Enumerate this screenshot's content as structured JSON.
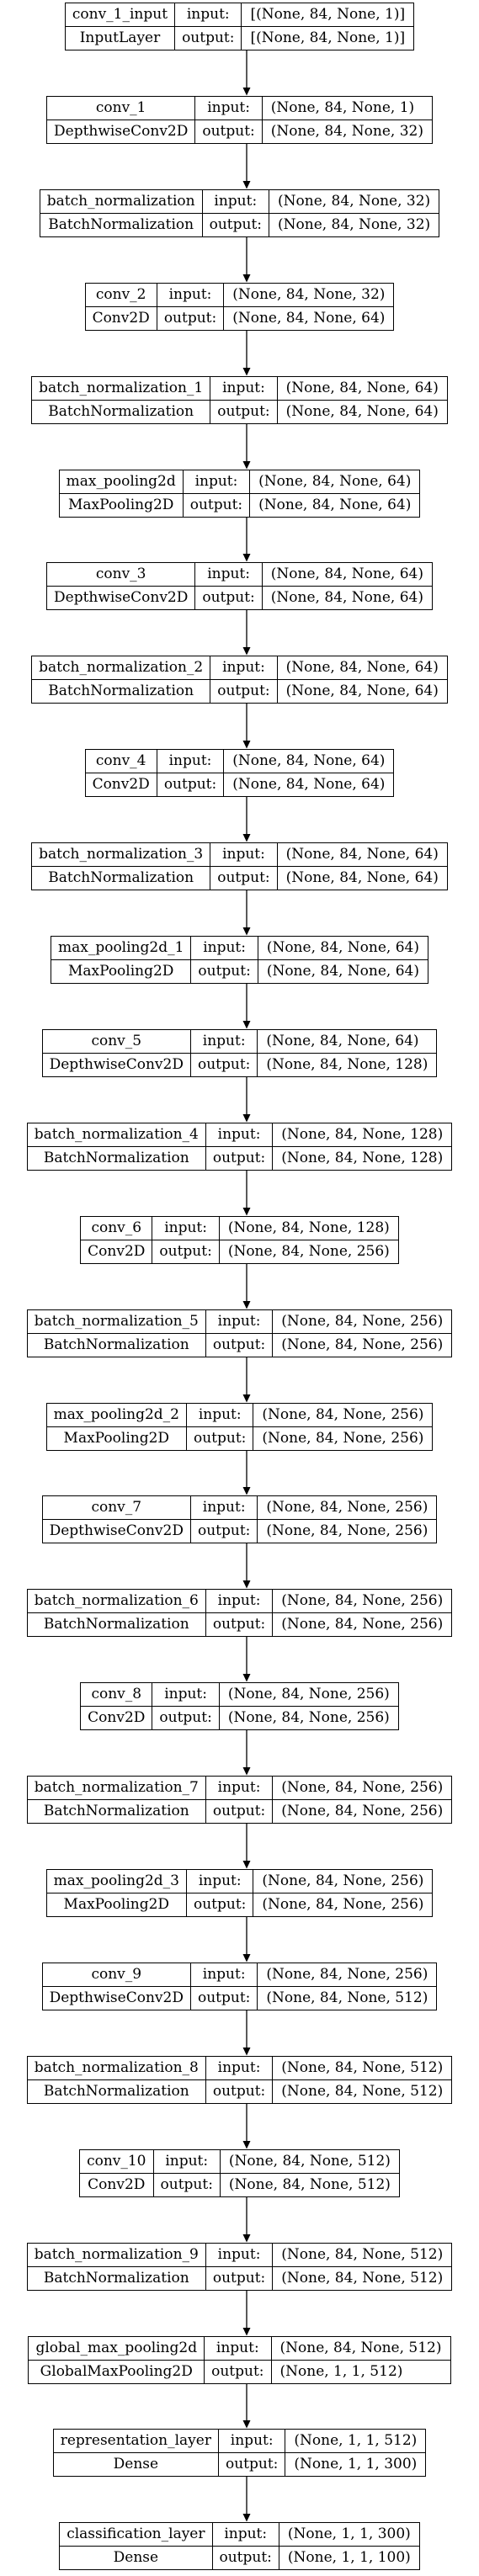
{
  "layers": [
    {
      "name": "conv_1_input",
      "type": "InputLayer",
      "input_label": "input:",
      "output_label": "output:",
      "input_shape": "[(None, 84, None, 1)]",
      "output_shape": "[(None, 84, None, 1)]"
    },
    {
      "name": "conv_1",
      "type": "DepthwiseConv2D",
      "input_label": "input:",
      "output_label": "output:",
      "input_shape": "(None, 84, None, 1)",
      "output_shape": "(None, 84, None, 32)"
    },
    {
      "name": "batch_normalization",
      "type": "BatchNormalization",
      "input_label": "input:",
      "output_label": "output:",
      "input_shape": "(None, 84, None, 32)",
      "output_shape": "(None, 84, None, 32)"
    },
    {
      "name": "conv_2",
      "type": "Conv2D",
      "input_label": "input:",
      "output_label": "output:",
      "input_shape": "(None, 84, None, 32)",
      "output_shape": "(None, 84, None, 64)"
    },
    {
      "name": "batch_normalization_1",
      "type": "BatchNormalization",
      "input_label": "input:",
      "output_label": "output:",
      "input_shape": "(None, 84, None, 64)",
      "output_shape": "(None, 84, None, 64)"
    },
    {
      "name": "max_pooling2d",
      "type": "MaxPooling2D",
      "input_label": "input:",
      "output_label": "output:",
      "input_shape": "(None, 84, None, 64)",
      "output_shape": "(None, 84, None, 64)"
    },
    {
      "name": "conv_3",
      "type": "DepthwiseConv2D",
      "input_label": "input:",
      "output_label": "output:",
      "input_shape": "(None, 84, None, 64)",
      "output_shape": "(None, 84, None, 64)"
    },
    {
      "name": "batch_normalization_2",
      "type": "BatchNormalization",
      "input_label": "input:",
      "output_label": "output:",
      "input_shape": "(None, 84, None, 64)",
      "output_shape": "(None, 84, None, 64)"
    },
    {
      "name": "conv_4",
      "type": "Conv2D",
      "input_label": "input:",
      "output_label": "output:",
      "input_shape": "(None, 84, None, 64)",
      "output_shape": "(None, 84, None, 64)"
    },
    {
      "name": "batch_normalization_3",
      "type": "BatchNormalization",
      "input_label": "input:",
      "output_label": "output:",
      "input_shape": "(None, 84, None, 64)",
      "output_shape": "(None, 84, None, 64)"
    },
    {
      "name": "max_pooling2d_1",
      "type": "MaxPooling2D",
      "input_label": "input:",
      "output_label": "output:",
      "input_shape": "(None, 84, None, 64)",
      "output_shape": "(None, 84, None, 64)"
    },
    {
      "name": "conv_5",
      "type": "DepthwiseConv2D",
      "input_label": "input:",
      "output_label": "output:",
      "input_shape": "(None, 84, None, 64)",
      "output_shape": "(None, 84, None, 128)"
    },
    {
      "name": "batch_normalization_4",
      "type": "BatchNormalization",
      "input_label": "input:",
      "output_label": "output:",
      "input_shape": "(None, 84, None, 128)",
      "output_shape": "(None, 84, None, 128)"
    },
    {
      "name": "conv_6",
      "type": "Conv2D",
      "input_label": "input:",
      "output_label": "output:",
      "input_shape": "(None, 84, None, 128)",
      "output_shape": "(None, 84, None, 256)"
    },
    {
      "name": "batch_normalization_5",
      "type": "BatchNormalization",
      "input_label": "input:",
      "output_label": "output:",
      "input_shape": "(None, 84, None, 256)",
      "output_shape": "(None, 84, None, 256)"
    },
    {
      "name": "max_pooling2d_2",
      "type": "MaxPooling2D",
      "input_label": "input:",
      "output_label": "output:",
      "input_shape": "(None, 84, None, 256)",
      "output_shape": "(None, 84, None, 256)"
    },
    {
      "name": "conv_7",
      "type": "DepthwiseConv2D",
      "input_label": "input:",
      "output_label": "output:",
      "input_shape": "(None, 84, None, 256)",
      "output_shape": "(None, 84, None, 256)"
    },
    {
      "name": "batch_normalization_6",
      "type": "BatchNormalization",
      "input_label": "input:",
      "output_label": "output:",
      "input_shape": "(None, 84, None, 256)",
      "output_shape": "(None, 84, None, 256)"
    },
    {
      "name": "conv_8",
      "type": "Conv2D",
      "input_label": "input:",
      "output_label": "output:",
      "input_shape": "(None, 84, None, 256)",
      "output_shape": "(None, 84, None, 256)"
    },
    {
      "name": "batch_normalization_7",
      "type": "BatchNormalization",
      "input_label": "input:",
      "output_label": "output:",
      "input_shape": "(None, 84, None, 256)",
      "output_shape": "(None, 84, None, 256)"
    },
    {
      "name": "max_pooling2d_3",
      "type": "MaxPooling2D",
      "input_label": "input:",
      "output_label": "output:",
      "input_shape": "(None, 84, None, 256)",
      "output_shape": "(None, 84, None, 256)"
    },
    {
      "name": "conv_9",
      "type": "DepthwiseConv2D",
      "input_label": "input:",
      "output_label": "output:",
      "input_shape": "(None, 84, None, 256)",
      "output_shape": "(None, 84, None, 512)"
    },
    {
      "name": "batch_normalization_8",
      "type": "BatchNormalization",
      "input_label": "input:",
      "output_label": "output:",
      "input_shape": "(None, 84, None, 512)",
      "output_shape": "(None, 84, None, 512)"
    },
    {
      "name": "conv_10",
      "type": "Conv2D",
      "input_label": "input:",
      "output_label": "output:",
      "input_shape": "(None, 84, None, 512)",
      "output_shape": "(None, 84, None, 512)"
    },
    {
      "name": "batch_normalization_9",
      "type": "BatchNormalization",
      "input_label": "input:",
      "output_label": "output:",
      "input_shape": "(None, 84, None, 512)",
      "output_shape": "(None, 84, None, 512)"
    },
    {
      "name": "global_max_pooling2d",
      "type": "GlobalMaxPooling2D",
      "input_label": "input:",
      "output_label": "output:",
      "input_shape": "(None, 84, None, 512)",
      "output_shape": "(None, 1, 1, 512)"
    },
    {
      "name": "representation_layer",
      "type": "Dense",
      "input_label": "input:",
      "output_label": "output:",
      "input_shape": "(None, 1, 1, 512)",
      "output_shape": "(None, 1, 1, 300)"
    },
    {
      "name": "classification_layer",
      "type": "Dense",
      "input_label": "input:",
      "output_label": "output:",
      "input_shape": "(None, 1, 1, 300)",
      "output_shape": "(None, 1, 1, 100)"
    }
  ],
  "colors": {
    "line": "#000000",
    "background": "#ffffff"
  }
}
